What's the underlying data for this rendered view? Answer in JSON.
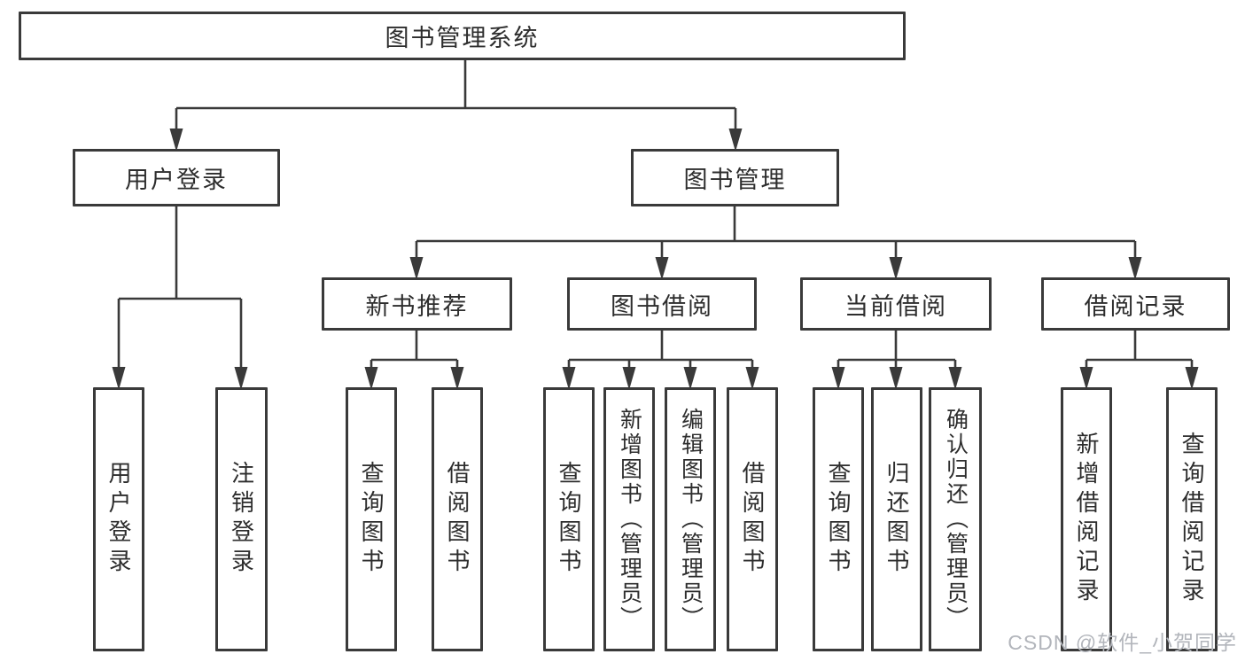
{
  "diagram": {
    "root": {
      "label": "图书管理系统"
    },
    "branches": [
      {
        "label": "用户登录",
        "children": [
          {
            "label": "用户登录"
          },
          {
            "label": "注销登录"
          }
        ]
      },
      {
        "label": "图书管理",
        "children": [
          {
            "label": "新书推荐",
            "children": [
              {
                "label": "查询图书"
              },
              {
                "label": "借阅图书"
              }
            ]
          },
          {
            "label": "图书借阅",
            "children": [
              {
                "label": "查询图书"
              },
              {
                "label": "新增图书（管理员）"
              },
              {
                "label": "编辑图书（管理员）"
              },
              {
                "label": "借阅图书"
              }
            ]
          },
          {
            "label": "当前借阅",
            "children": [
              {
                "label": "查询图书"
              },
              {
                "label": "归还图书"
              },
              {
                "label": "确认归还（管理员）"
              }
            ]
          },
          {
            "label": "借阅记录",
            "children": [
              {
                "label": "新增借阅记录"
              },
              {
                "label": "查询借阅记录"
              }
            ]
          }
        ]
      }
    ]
  },
  "watermark": {
    "text": "CSDN @软件_小贺同学"
  },
  "colors": {
    "line": "#3a3a3a",
    "text": "#2d2d2d",
    "watermark": "#b2b5bb",
    "background": "#ffffff"
  }
}
